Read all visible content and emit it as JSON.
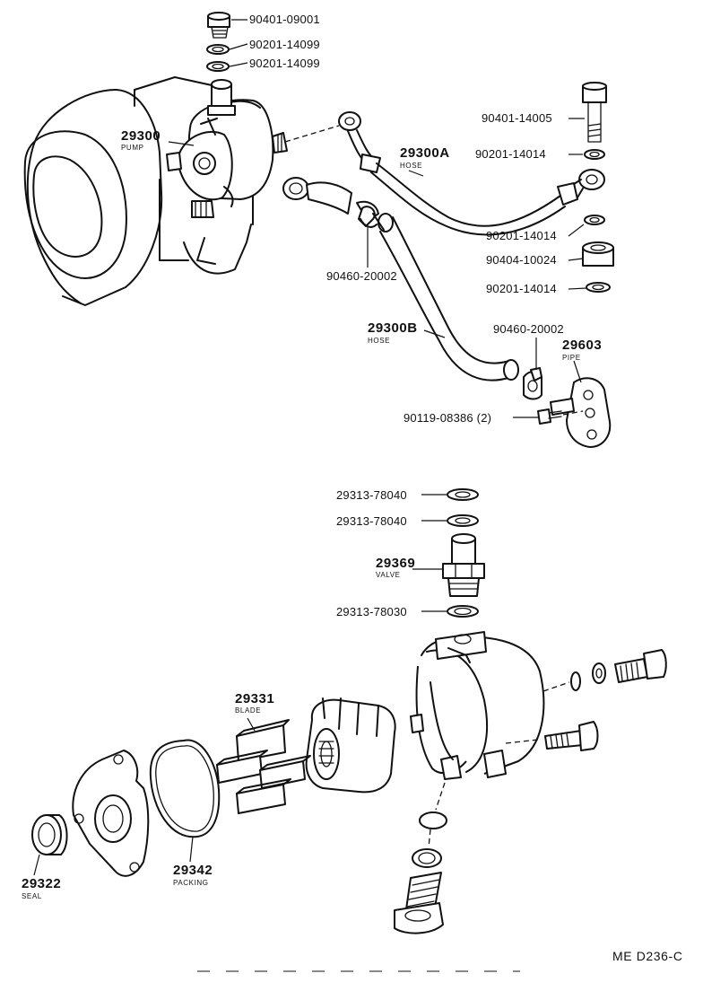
{
  "diagram": {
    "code": "ME D236-C",
    "upper_assembly": {
      "pump": {
        "number": "29300",
        "name": "PUMP"
      },
      "hose_a": {
        "number": "29300A",
        "name": "HOSE"
      },
      "hose_b": {
        "number": "29300B",
        "name": "HOSE"
      },
      "pipe": {
        "number": "29603",
        "name": "PIPE"
      },
      "union_plug": "90401-09001",
      "gasket_1": "90201-14099",
      "gasket_2": "90201-14099",
      "union_bolt": "90401-14005",
      "gasket_3": "90201-14014",
      "gasket_4": "90201-14014",
      "spacer": "90404-10024",
      "gasket_5": "90201-14014",
      "clip_1": "90460-20002",
      "clip_2": "90460-20002",
      "bolt": "90119-08386 (2)"
    },
    "lower_assembly": {
      "washer_1": "29313-78040",
      "washer_2": "29313-78040",
      "valve": {
        "number": "29369",
        "name": "VALVE"
      },
      "washer_3": "29313-78030",
      "blade": {
        "number": "29331",
        "name": "BLADE"
      },
      "packing": {
        "number": "29342",
        "name": "PACKING"
      },
      "seal": {
        "number": "29322",
        "name": "SEAL"
      }
    }
  }
}
